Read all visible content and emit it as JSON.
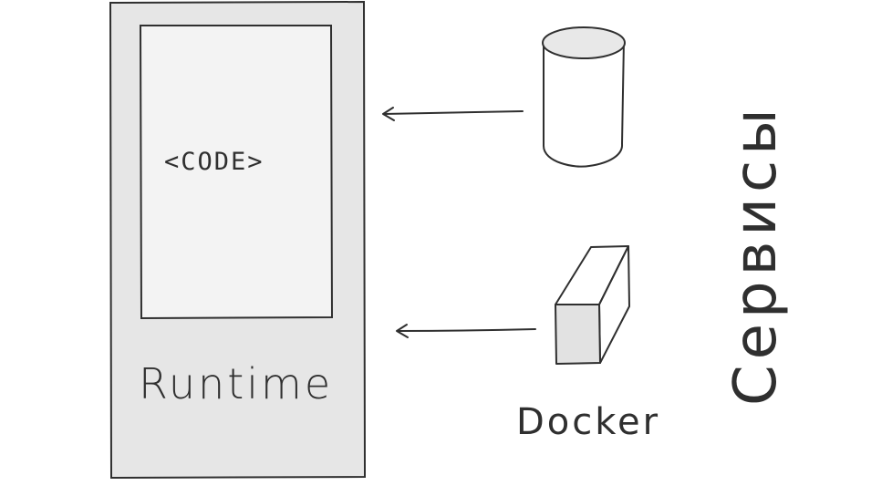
{
  "diagram": {
    "runtime": {
      "label": "Runtime",
      "code_label": "<CODE>"
    },
    "docker": {
      "label": "Docker"
    },
    "services": {
      "label": "Сервисы"
    },
    "colors": {
      "stroke": "#2f2f2f",
      "runtime_fill": "#e6e6e6",
      "code_fill": "#f3f3f3",
      "database_fill": "#ffffff",
      "database_top_fill": "#e8e8e8",
      "docker_front_fill": "#e2e2e2",
      "background": "#ffffff"
    },
    "icons": {
      "database": "database-cylinder-icon",
      "container": "docker-container-box-icon"
    }
  }
}
